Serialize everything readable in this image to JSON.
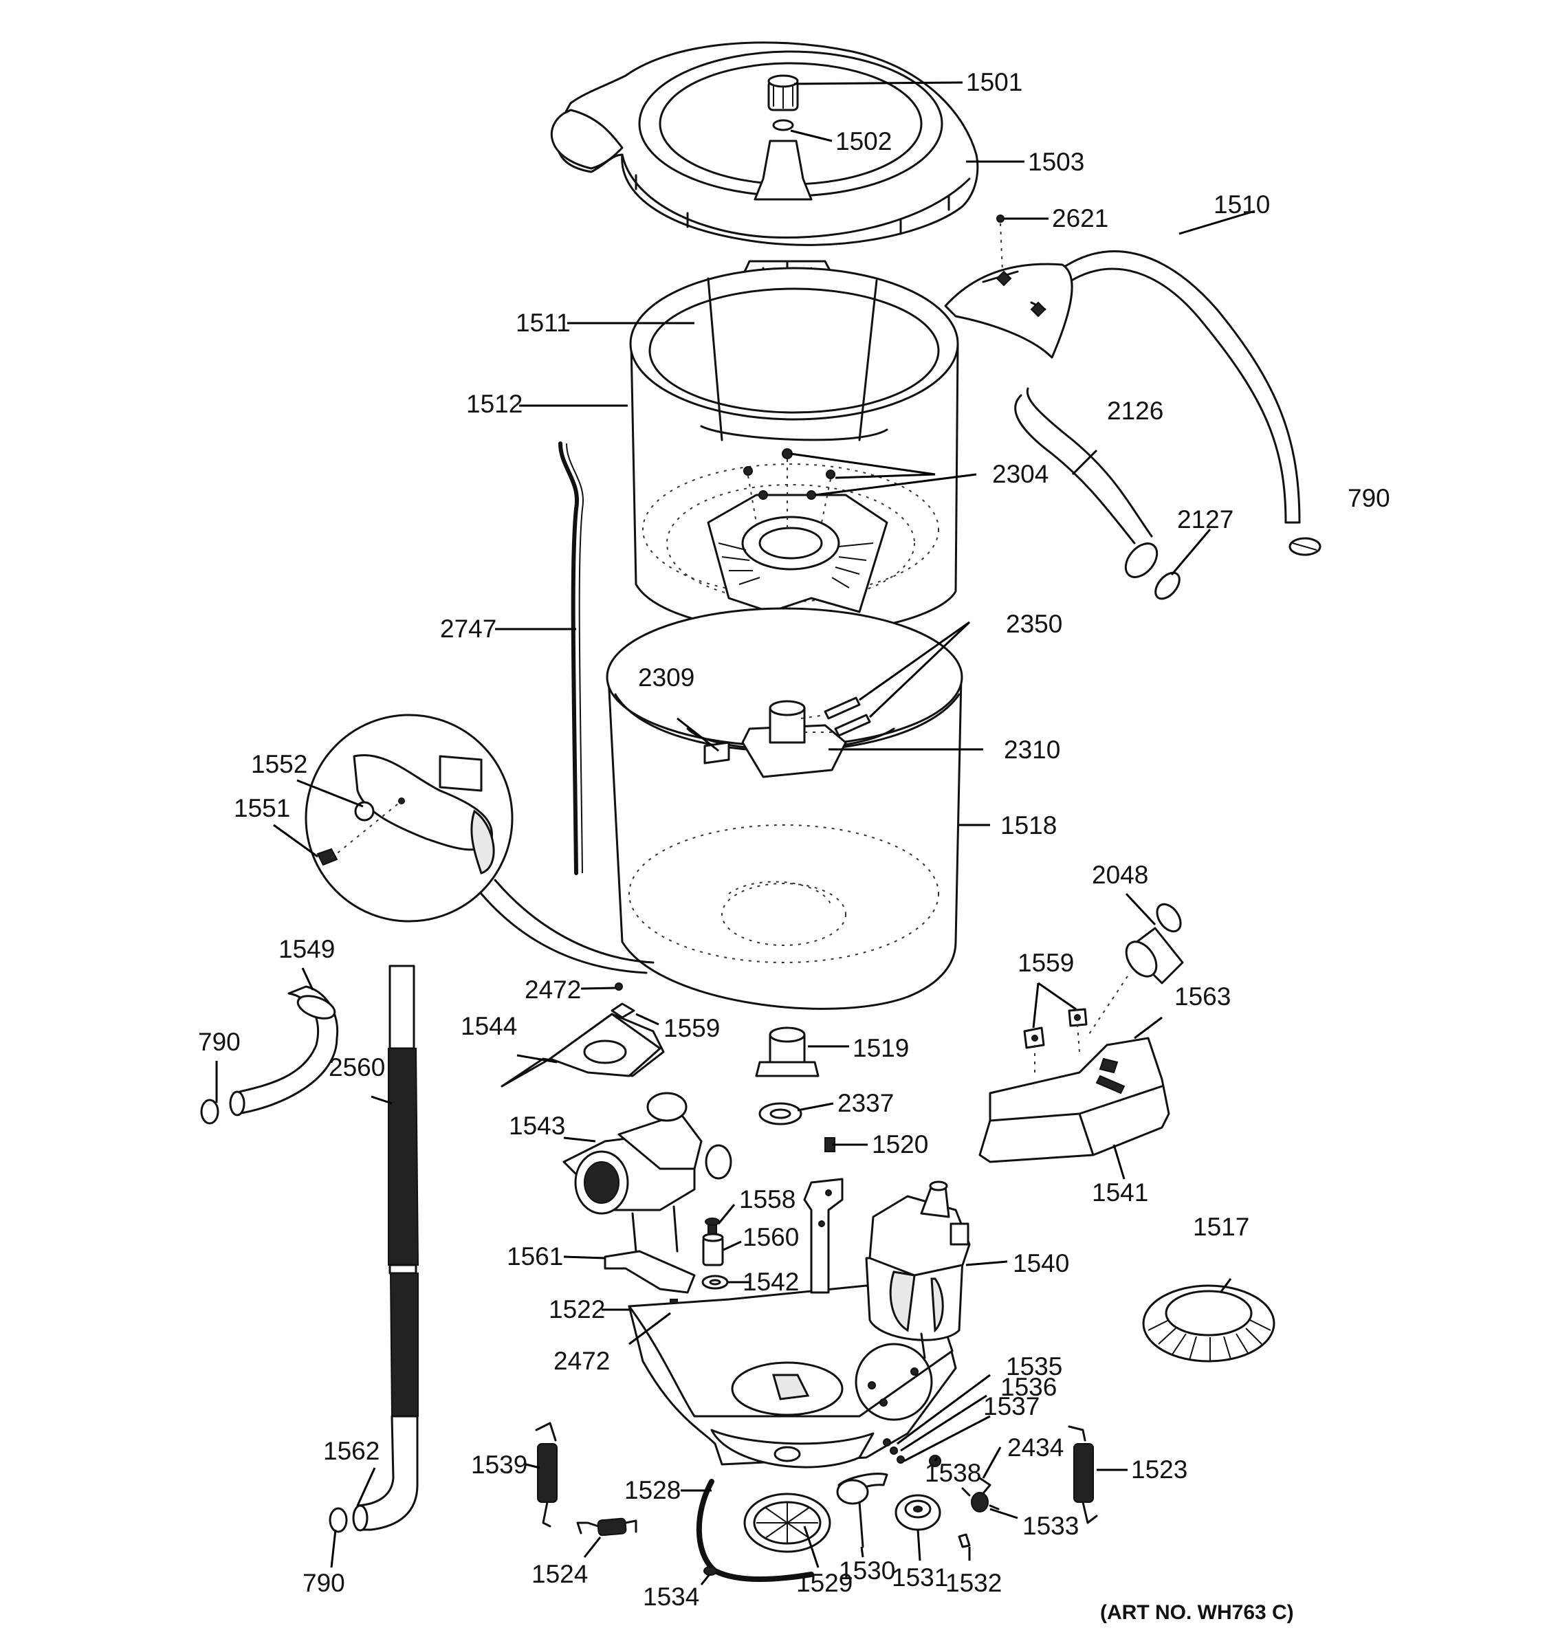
{
  "labels": {
    "p1501": "1501",
    "p1502": "1502",
    "p1503": "1503",
    "p2621": "2621",
    "p1510": "1510",
    "p1511": "1511",
    "p1512": "1512",
    "p2126": "2126",
    "p2304": "2304",
    "p790a": "790",
    "p2127": "2127",
    "p2747": "2747",
    "p2350": "2350",
    "p2309": "2309",
    "p2310": "2310",
    "p1552": "1552",
    "p1551": "1551",
    "p1518": "1518",
    "p2048": "2048",
    "p1559a": "1559",
    "p1563": "1563",
    "p1549": "1549",
    "p2472a": "2472",
    "p1559b": "1559",
    "p790b": "790",
    "p1544": "1544",
    "p1519": "1519",
    "p2560": "2560",
    "p2337": "2337",
    "p1543": "1543",
    "p1520": "1520",
    "p1541": "1541",
    "p1558": "1558",
    "p1517": "1517",
    "p1560": "1560",
    "p1540": "1540",
    "p1561": "1561",
    "p1542": "1542",
    "p1522": "1522",
    "p2472b": "2472",
    "p1535": "1535",
    "p1536": "1536",
    "p1537": "1537",
    "p1562": "1562",
    "p2434": "2434",
    "p1539": "1539",
    "p1538": "1538",
    "p1523": "1523",
    "p1528": "1528",
    "p1533": "1533",
    "p1530": "1530",
    "p790c": "790",
    "p1524": "1524",
    "p1531": "1531",
    "p1529": "1529",
    "p1532": "1532",
    "p1534": "1534"
  },
  "art_number": "(ART NO. WH763 C)"
}
